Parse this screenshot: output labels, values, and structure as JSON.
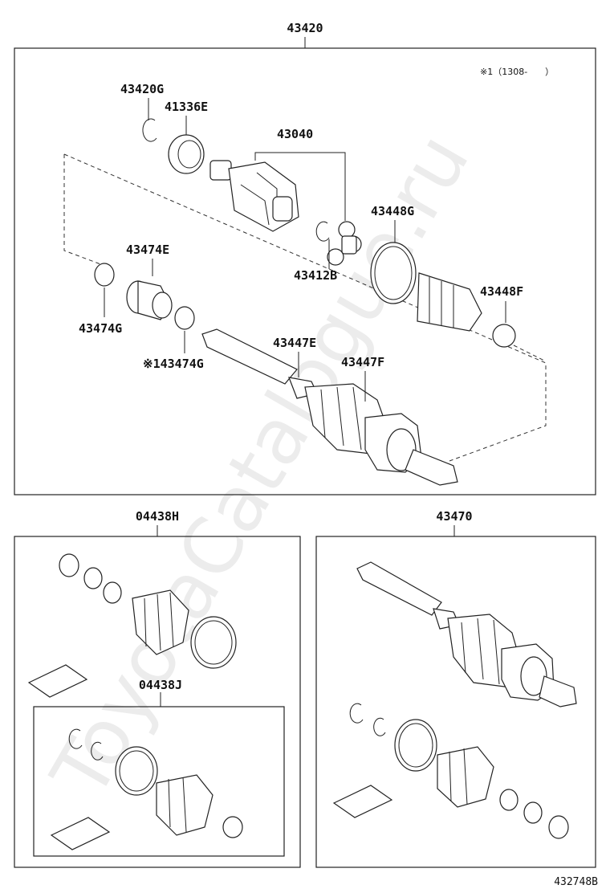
{
  "diagram": {
    "watermark": "ToyotaCatalogue.ru",
    "code": "432748B",
    "note": "※1（1308-　　）",
    "groups": [
      {
        "number": "43420",
        "parts": [
          "43420G",
          "41336E",
          "43040",
          "43448G",
          "43474E",
          "43412B",
          "43448F",
          "43474G",
          "43447E",
          "43447F",
          "43474G"
        ],
        "note_mark": "※1"
      },
      {
        "number": "04438H",
        "sub_number": "04438J"
      },
      {
        "number": "43470"
      }
    ]
  }
}
